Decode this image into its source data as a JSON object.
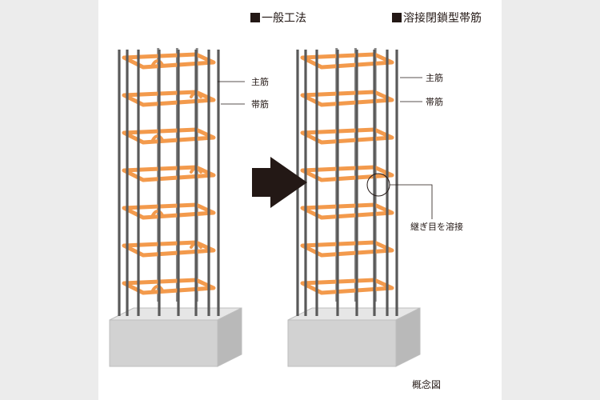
{
  "left_figure": {
    "title": "一般工法",
    "label_main_rebar": "主筋",
    "label_hoop": "帯筋"
  },
  "right_figure": {
    "title": "溶接閉鎖型帯筋",
    "label_main_rebar": "主筋",
    "label_hoop": "帯筋",
    "label_weld": "継ぎ目を溶接"
  },
  "caption": "概念図",
  "colors": {
    "hoop": "#f39a4c",
    "rebar": "#5a5a5a",
    "concrete": "#cfcfcf",
    "arrow": "#231815"
  }
}
